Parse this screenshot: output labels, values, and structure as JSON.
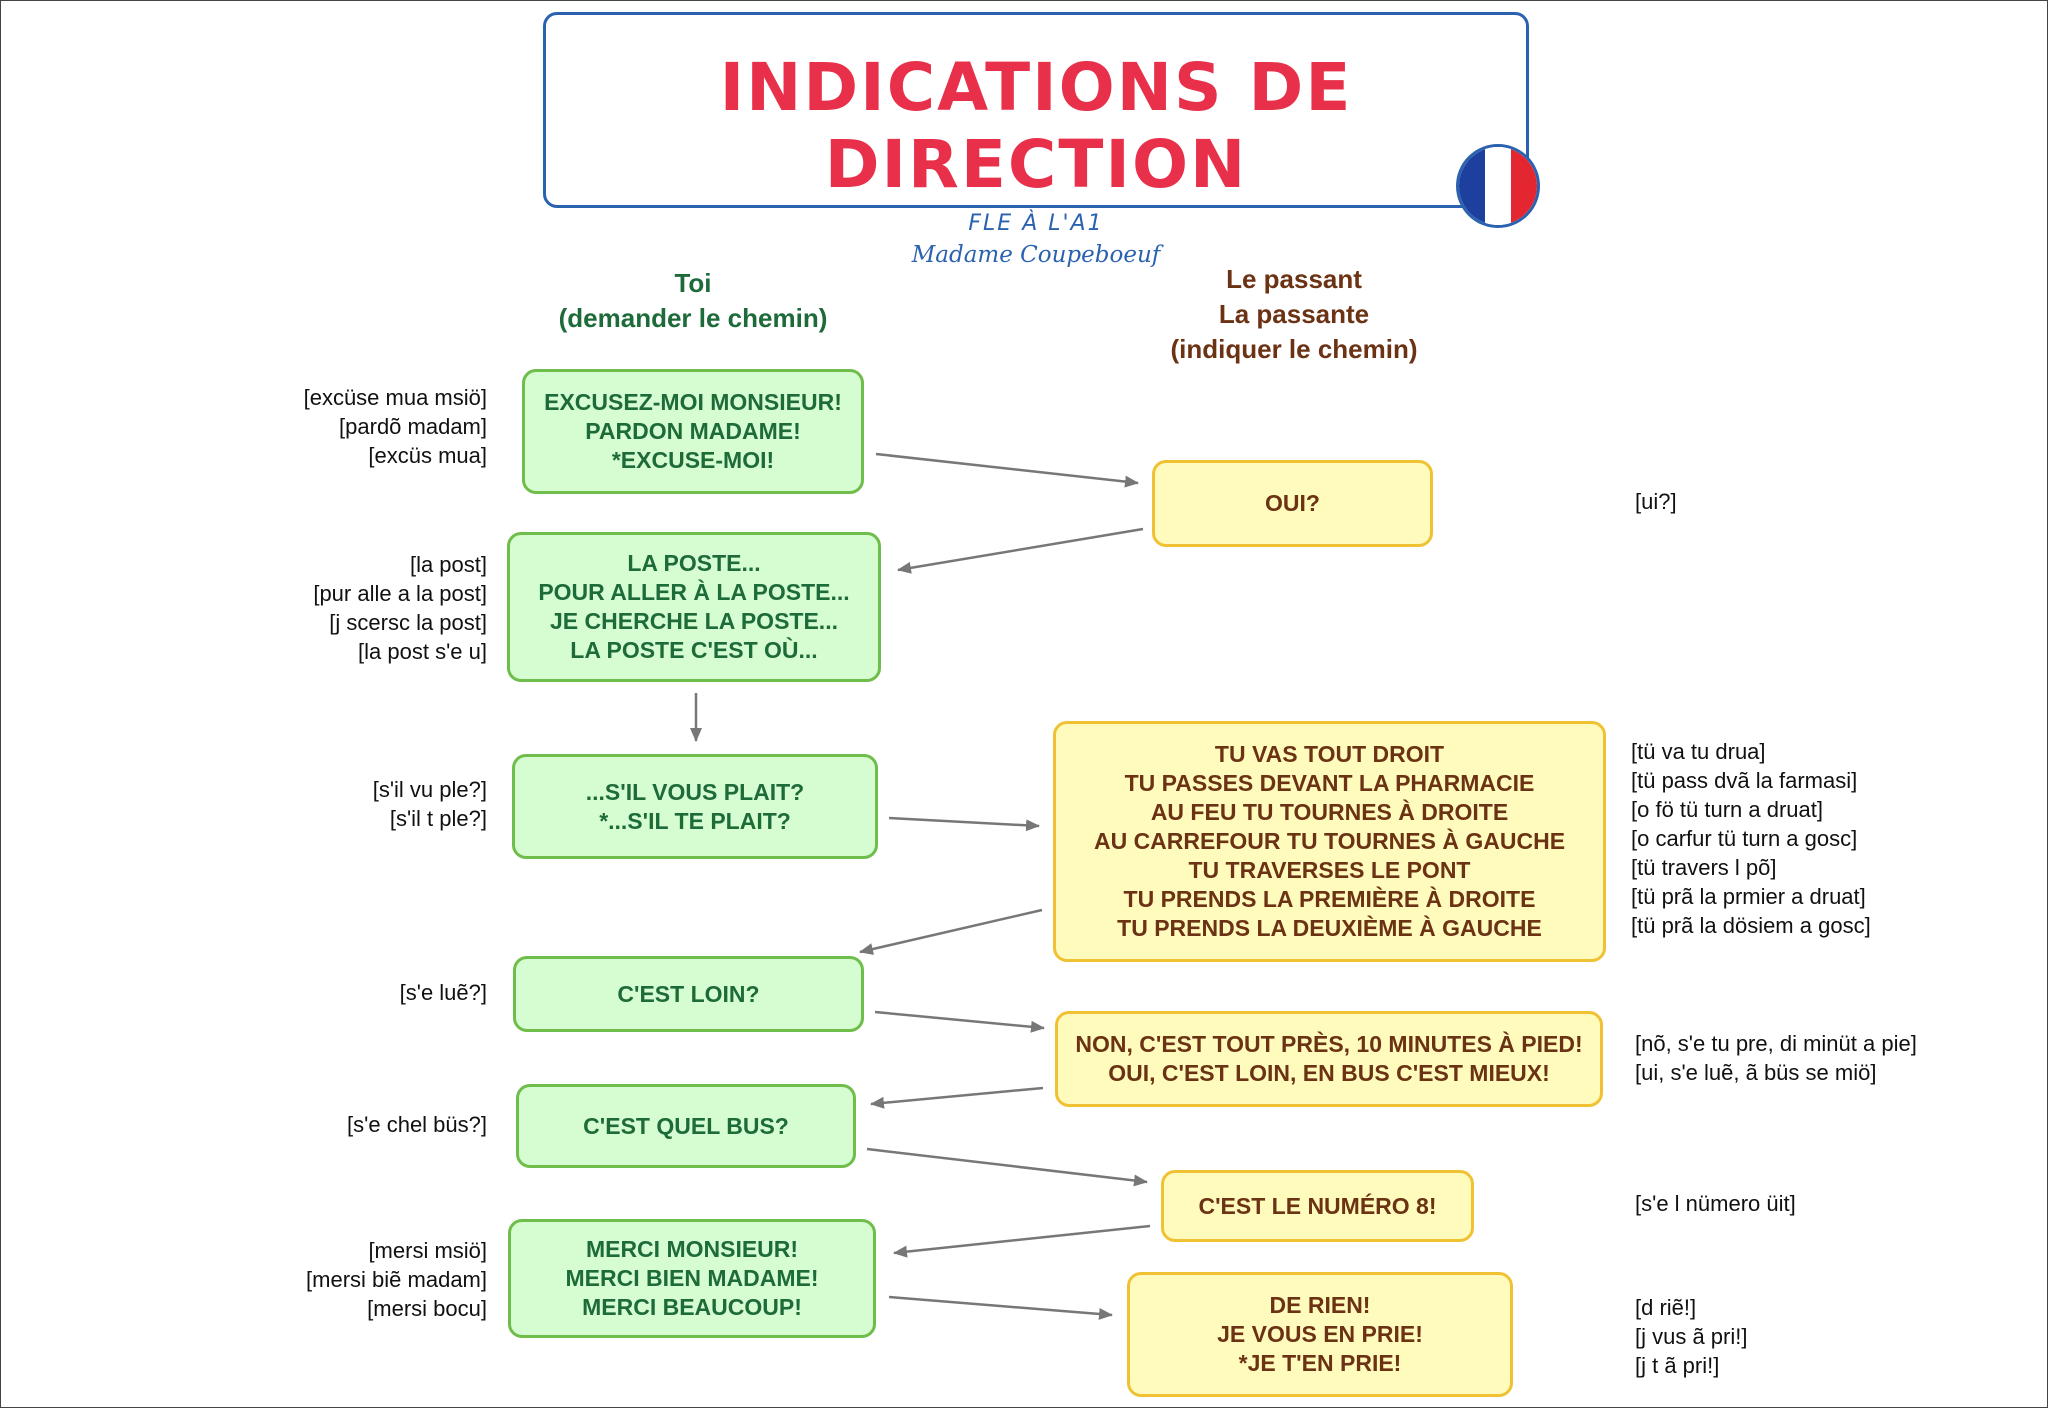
{
  "header": {
    "title": "INDICATIONS DE DIRECTION",
    "level": "FLE À L'A1",
    "author": "Madame Coupeboeuf",
    "flag_colors": [
      "#1d3f9e",
      "#ffffff",
      "#e3262f"
    ]
  },
  "columns": {
    "toi": [
      "Toi",
      "(demander le chemin)"
    ],
    "passant": [
      "Le passant",
      "La passante",
      "(indiquer le chemin)"
    ]
  },
  "toi_boxes": [
    {
      "lines": [
        "EXCUSEZ-MOI MONSIEUR!",
        "PARDON MADAME!",
        "*EXCUSE-MOI!"
      ],
      "pron": [
        "[excüse mua msiö]",
        "[pardõ madam]",
        "[excüs mua]"
      ]
    },
    {
      "lines": [
        "LA POSTE...",
        "POUR ALLER À LA POSTE...",
        "JE CHERCHE LA POSTE...",
        "LA POSTE C'EST OÙ..."
      ],
      "pron": [
        "[la post]",
        "[pur alle a la post]",
        "[j scersc la post]",
        "[la post s'e u]"
      ]
    },
    {
      "lines": [
        "...S'IL VOUS PLAIT?",
        "*...S'IL TE PLAIT?"
      ],
      "pron": [
        "[s'il vu ple?]",
        "[s'il t ple?]"
      ]
    },
    {
      "lines": [
        "C'EST LOIN?"
      ],
      "pron": [
        "[s'e luẽ?]"
      ]
    },
    {
      "lines": [
        "C'EST QUEL BUS?"
      ],
      "pron": [
        "[s'e chel büs?]"
      ]
    },
    {
      "lines": [
        "MERCI MONSIEUR!",
        "MERCI BIEN MADAME!",
        "MERCI BEAUCOUP!"
      ],
      "pron": [
        "[mersi msiö]",
        "[mersi biẽ madam]",
        "[mersi bocu]"
      ]
    }
  ],
  "passant_boxes": [
    {
      "lines": [
        "OUI?"
      ],
      "pron": [
        "[ui?]"
      ]
    },
    {
      "lines": [
        "TU VAS TOUT DROIT",
        "TU PASSES DEVANT LA PHARMACIE",
        "AU FEU TU TOURNES À DROITE",
        "AU CARREFOUR TU TOURNES À GAUCHE",
        "TU TRAVERSES LE PONT",
        "TU PRENDS LA PREMIÈRE À DROITE",
        "TU PRENDS LA DEUXIÈME À GAUCHE"
      ],
      "pron": [
        "[tü va tu drua]",
        "[tü pass dvã la farmasi]",
        "[o fö tü turn a druat]",
        "[o carfur tü turn a gosc]",
        "[tü travers l põ]",
        "[tü prã la prmier a druat]",
        "[tü prã la dösiem a gosc]"
      ]
    },
    {
      "lines": [
        "NON, C'EST TOUT PRÈS, 10 MINUTES À PIED!",
        "OUI, C'EST LOIN, EN BUS C'EST MIEUX!"
      ],
      "pron": [
        "[nõ, s'e tu pre, di minüt a pie]",
        "[ui, s'e luẽ, ã büs se miö]"
      ]
    },
    {
      "lines": [
        "C'EST LE NUMÉRO 8!"
      ],
      "pron": [
        "[s'e l nümero üit]"
      ]
    },
    {
      "lines": [
        "DE RIEN!",
        "JE VOUS EN PRIE!",
        "*JE T'EN PRIE!"
      ],
      "pron": [
        "[d riẽ!]",
        "[j vus ã pri!]",
        "[j t ã pri!]"
      ]
    }
  ],
  "colors": {
    "toi_fill": "#d6fcd1",
    "toi_border": "#6fbd4a",
    "toi_text": "#1e6b3a",
    "passant_fill": "#fffbbd",
    "passant_border": "#f0c233",
    "passant_text": "#6b3214",
    "arrow": "#777777"
  }
}
